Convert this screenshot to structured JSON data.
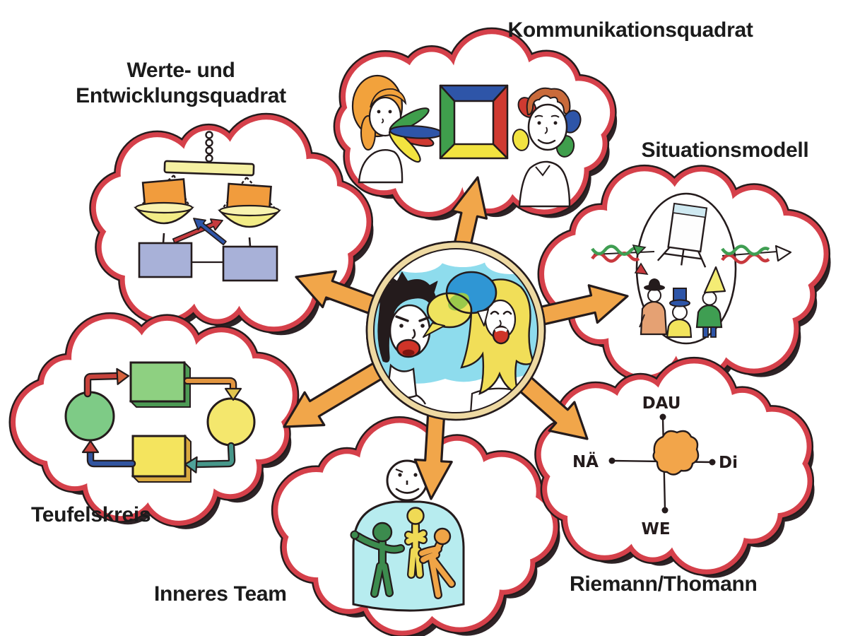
{
  "clouds": {
    "kommunikationsquadrat": {
      "label": "Kommunikationsquadrat"
    },
    "werte": {
      "label_line1": "Werte- und",
      "label_line2": "Entwicklungsquadrat"
    },
    "situationsmodell": {
      "label": "Situationsmodell"
    },
    "teufelskreis": {
      "label": "Teufelskreis"
    },
    "inneres_team": {
      "label": "Inneres Team"
    },
    "riemann_thomann": {
      "label": "Riemann/Thomann",
      "axis_labels": {
        "top": "DAU",
        "left": "NÄ",
        "right": "Di",
        "bottom": "WE"
      }
    }
  },
  "icons": {
    "center": "arguing-couple-speech-bubbles-icon",
    "kommunikationsquadrat": "four-sides-square-speaker-listener-icon",
    "werte": "balance-scale-icon",
    "situationsmodell": "flipchart-meeting-icon",
    "teufelskreis": "feedback-cycle-icon",
    "inneres_team": "person-with-inner-team-icon",
    "riemann_thomann": "axis-cross-blob-icon"
  },
  "colors": {
    "ink": "#241b1c",
    "cloud_red": "#d5404a",
    "cloud_shadow": "#2e2326",
    "arrow_orange": "#f1a64a",
    "sky_blue": "#8edced",
    "bubble_yellow": "#efe35e",
    "bubble_blue": "#2f96d4",
    "bubble_green": "#9bc94b",
    "label_text": "#1b1b1b"
  }
}
